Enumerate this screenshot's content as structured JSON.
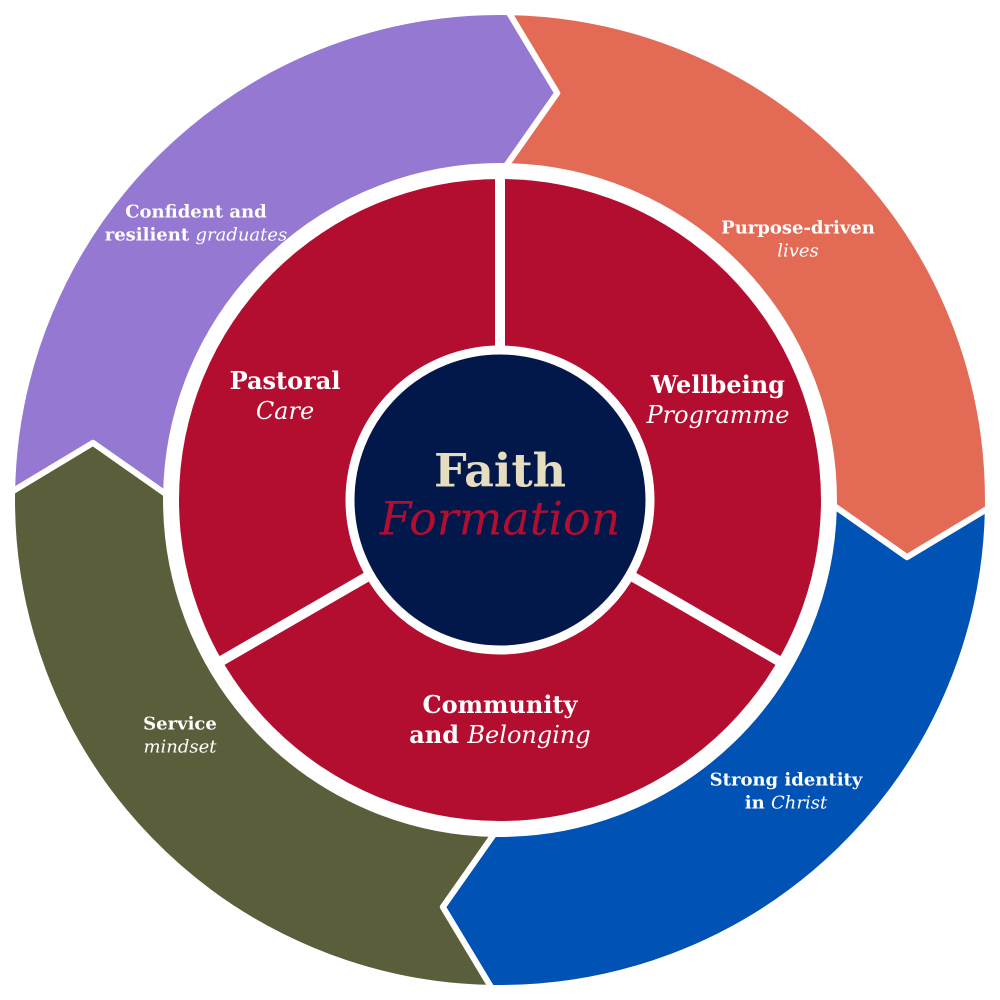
{
  "center": {
    "line1": "Faith",
    "line2": "Formation",
    "colors": {
      "navy": "#02174a",
      "line1": "#e6dcc0",
      "line2": "#b30e30"
    }
  },
  "inner_ring": {
    "color": "#b30e30",
    "segments": [
      {
        "regular": "Pastoral",
        "italic": "Care"
      },
      {
        "regular": "Wellbeing",
        "italic": "Programme"
      },
      {
        "regular": "Community and",
        "italic": "Belonging"
      }
    ]
  },
  "outer_ring": {
    "segments": [
      {
        "regular": "Purpose-driven",
        "italic": "lives",
        "color": "#e36b55"
      },
      {
        "regular": "Strong identity in",
        "italic": "Christ",
        "color": "#0052b4"
      },
      {
        "regular": "Service",
        "italic": "mindset",
        "color": "#5a5e3a"
      },
      {
        "regular": "Confident and resilient",
        "italic": "graduates",
        "color": "#9478d2"
      }
    ]
  }
}
